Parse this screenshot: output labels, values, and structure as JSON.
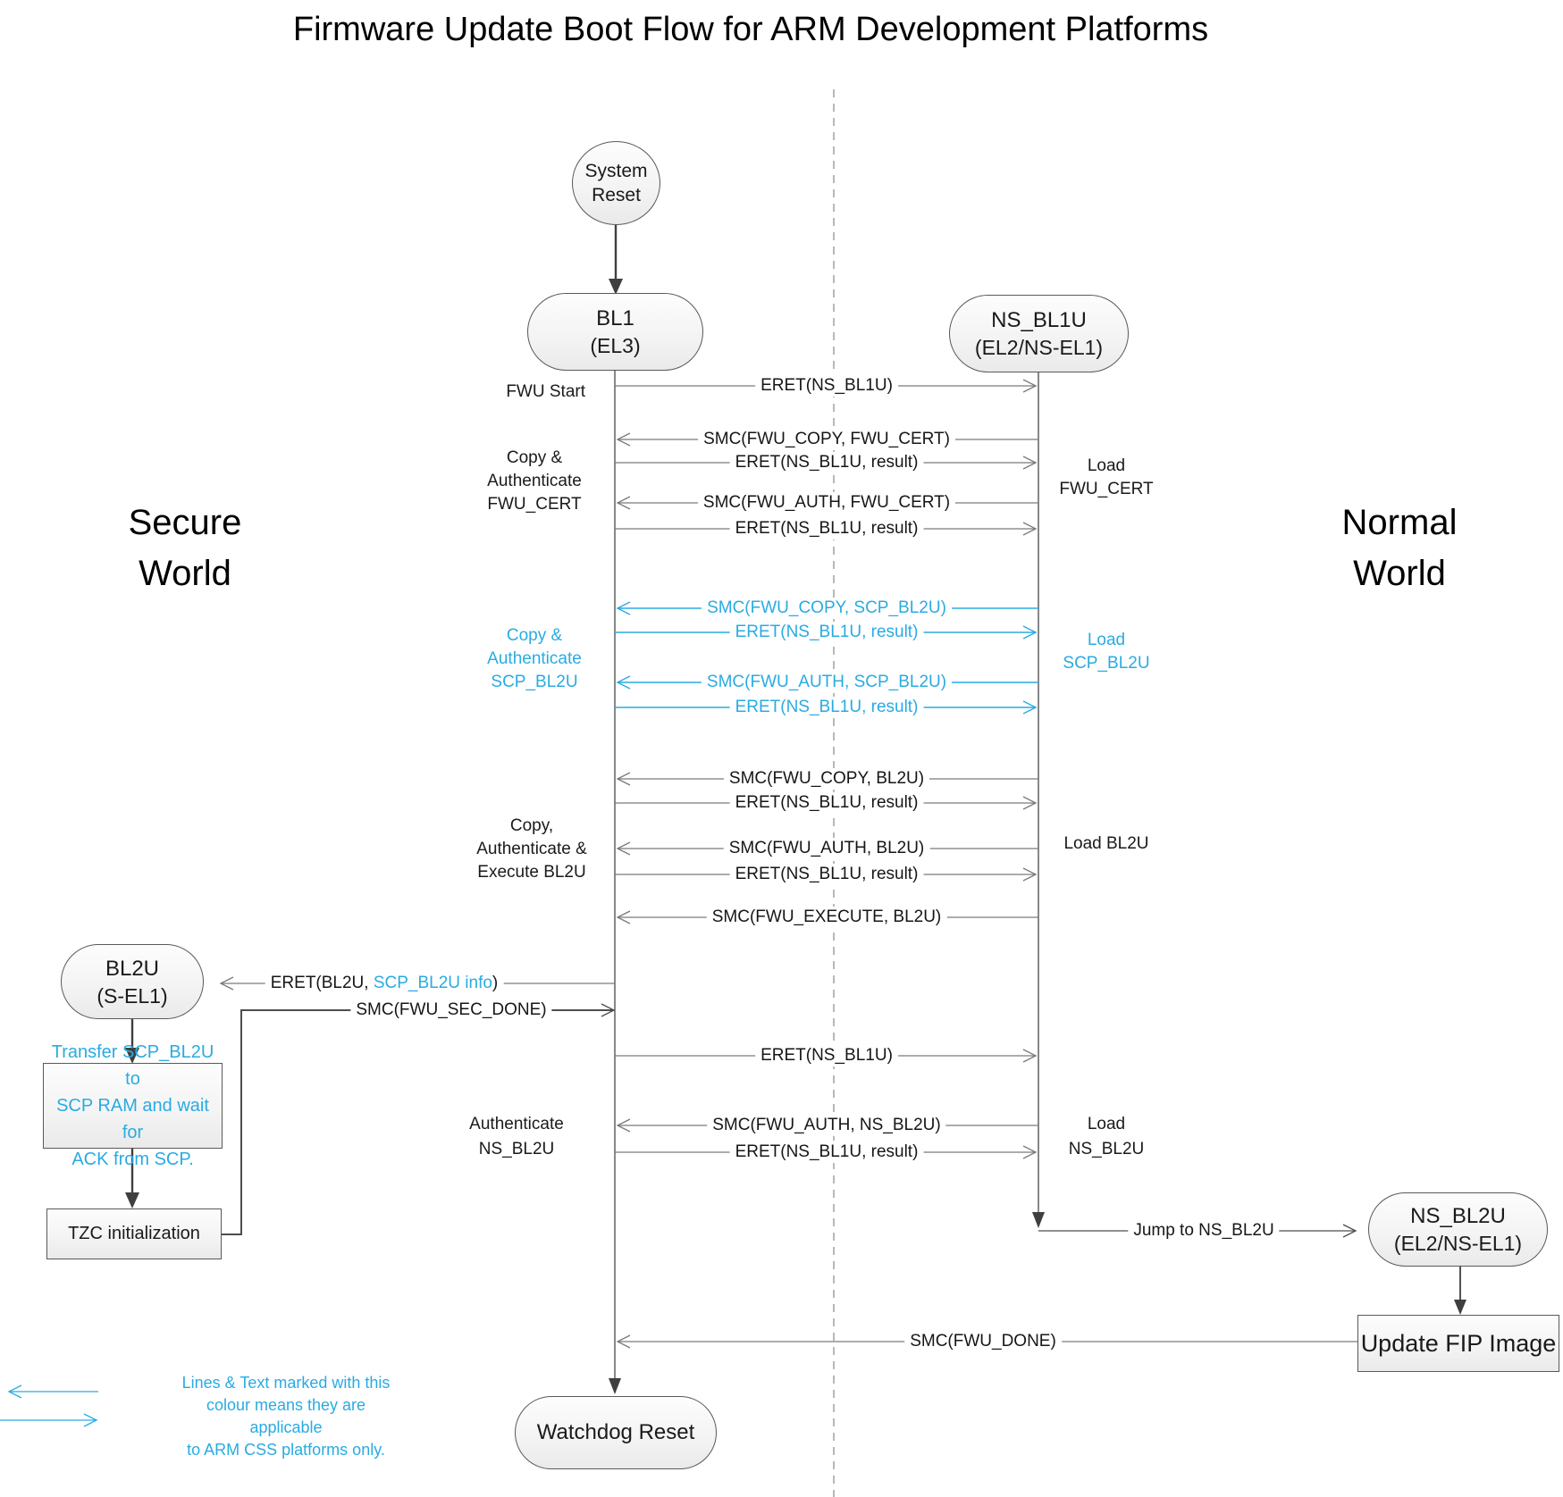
{
  "title": "Firmware Update Boot Flow for ARM Development Platforms",
  "zones": {
    "secure": [
      "Secure",
      "World"
    ],
    "normal": [
      "Normal",
      "World"
    ]
  },
  "colors": {
    "css_accent": "#29ABE2",
    "message_line": "#7a7a7a",
    "flow_line": "#4d4d4d"
  },
  "nodes": {
    "system_reset": {
      "line1": "System",
      "line2": "Reset"
    },
    "bl1": {
      "line1": "BL1",
      "line2": "(EL3)"
    },
    "ns_bl1u": {
      "line1": "NS_BL1U",
      "line2": "(EL2/NS-EL1)"
    },
    "bl2u": {
      "line1": "BL2U",
      "line2": "(S-EL1)"
    },
    "ns_bl2u": {
      "line1": "NS_BL2U",
      "line2": "(EL2/NS-EL1)"
    },
    "watchdog": {
      "label": "Watchdog Reset"
    },
    "transfer": {
      "line1": "Transfer SCP_BL2U to",
      "line2": "SCP RAM and wait for",
      "line3": "ACK from SCP.",
      "css_only": true
    },
    "tzc": {
      "label": "TZC initialization"
    },
    "update_fip": {
      "label": "Update FIP Image"
    }
  },
  "messages": [
    {
      "label": "ERET(NS_BL1U)",
      "direction": "right",
      "css_only": false
    },
    {
      "label": "SMC(FWU_COPY, FWU_CERT)",
      "direction": "left",
      "css_only": false
    },
    {
      "label": "ERET(NS_BL1U, result)",
      "direction": "right",
      "css_only": false
    },
    {
      "label": "SMC(FWU_AUTH, FWU_CERT)",
      "direction": "left",
      "css_only": false
    },
    {
      "label": "ERET(NS_BL1U, result)",
      "direction": "right",
      "css_only": false
    },
    {
      "label": "SMC(FWU_COPY, SCP_BL2U)",
      "direction": "left",
      "css_only": true
    },
    {
      "label": "ERET(NS_BL1U, result)",
      "direction": "right",
      "css_only": true
    },
    {
      "label": "SMC(FWU_AUTH, SCP_BL2U)",
      "direction": "left",
      "css_only": true
    },
    {
      "label": "ERET(NS_BL1U, result)",
      "direction": "right",
      "css_only": true
    },
    {
      "label": "SMC(FWU_COPY, BL2U)",
      "direction": "left",
      "css_only": false
    },
    {
      "label": "ERET(NS_BL1U, result)",
      "direction": "right",
      "css_only": false
    },
    {
      "label": "SMC(FWU_AUTH, BL2U)",
      "direction": "left",
      "css_only": false
    },
    {
      "label": "ERET(NS_BL1U, result)",
      "direction": "right",
      "css_only": false
    },
    {
      "label": "SMC(FWU_EXECUTE, BL2U)",
      "direction": "left",
      "css_only": false
    },
    {
      "label": "ERET(NS_BL1U)",
      "direction": "right",
      "css_only": false
    },
    {
      "label": "SMC(FWU_AUTH, NS_BL2U)",
      "direction": "left",
      "css_only": false
    },
    {
      "label": "ERET(NS_BL1U, result)",
      "direction": "right",
      "css_only": false
    }
  ],
  "flow_labels": {
    "eret_bl2u_prefix": "ERET(BL2U, ",
    "eret_bl2u_cyan": "SCP_BL2U info",
    "eret_bl2u_suffix": ")",
    "smc_sec_done": "SMC(FWU_SEC_DONE)",
    "jump": "Jump to NS_BL2U",
    "smc_done": "SMC(FWU_DONE)"
  },
  "side_labels": {
    "fwu_start": "FWU Start",
    "copy_auth_fwu_cert": [
      "Copy &",
      "Authenticate",
      "FWU_CERT"
    ],
    "copy_auth_scp": [
      "Copy &",
      "Authenticate",
      "SCP_BL2U"
    ],
    "copy_auth_exec": [
      "Copy,",
      "Authenticate &",
      "Execute BL2U"
    ],
    "auth_ns_bl2u": [
      "Authenticate",
      "NS_BL2U"
    ],
    "load_fwu_cert": [
      "Load",
      "FWU_CERT"
    ],
    "load_scp": [
      "Load",
      "SCP_BL2U"
    ],
    "load_bl2u": "Load BL2U",
    "load_ns_bl2u": [
      "Load",
      "NS_BL2U"
    ]
  },
  "legend": {
    "lines": [
      "Lines & Text marked with this",
      "colour means they are applicable",
      "to ARM CSS platforms only."
    ]
  }
}
